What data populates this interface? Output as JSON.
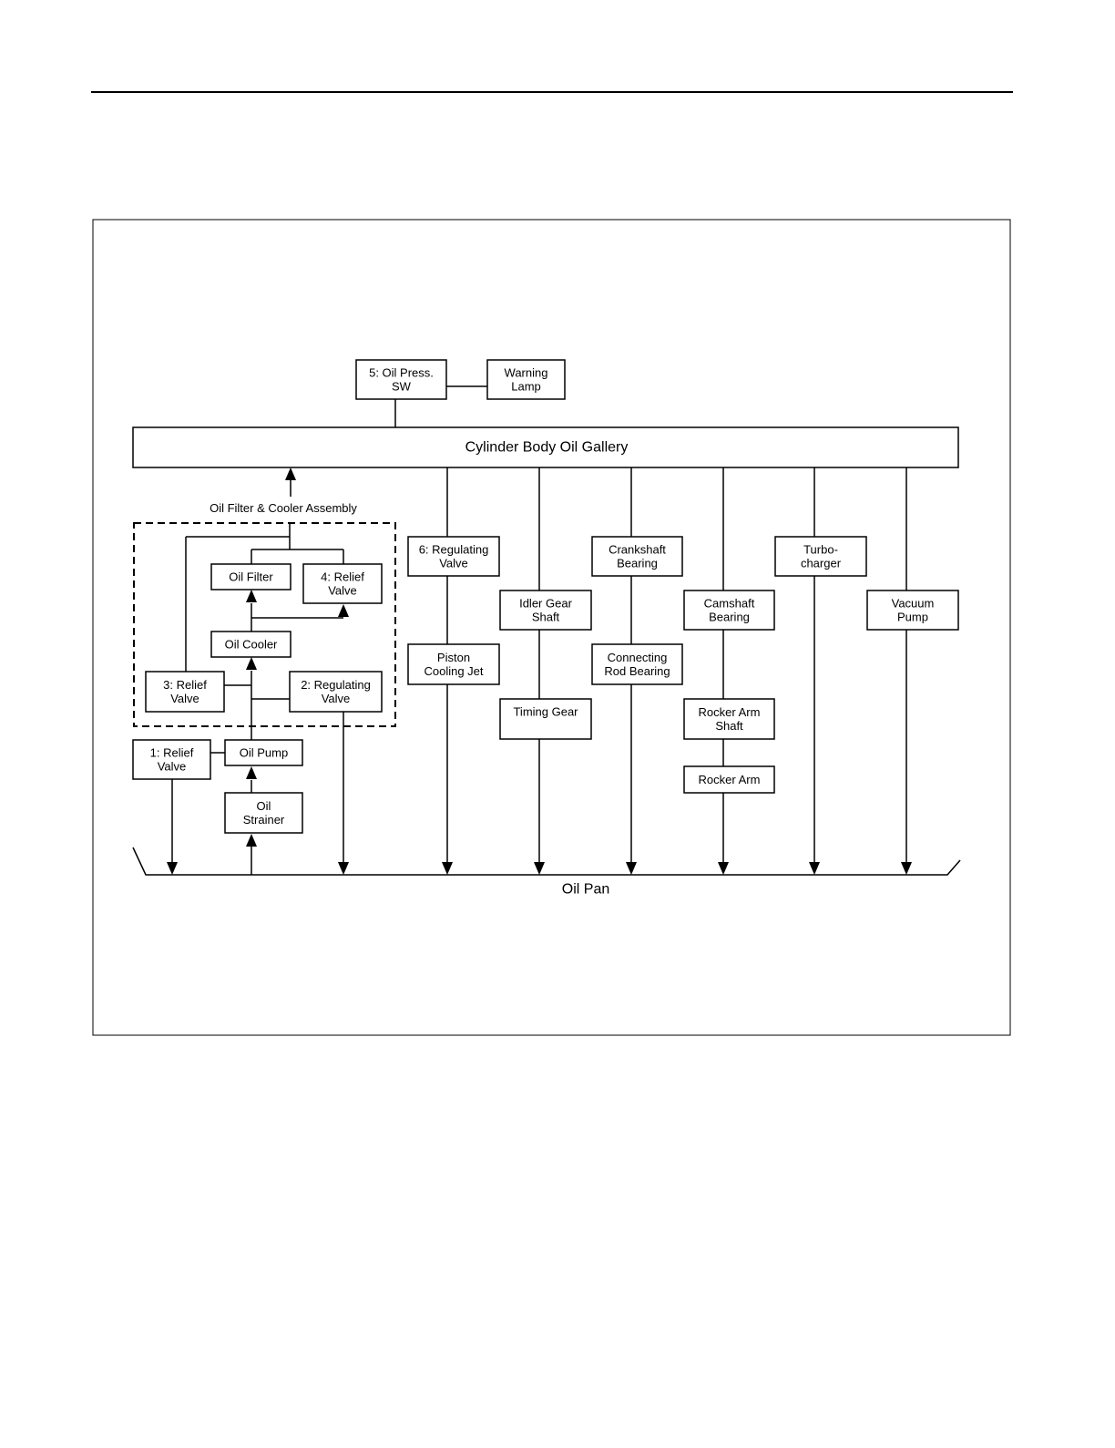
{
  "diagram": {
    "gallery": "Cylinder Body Oil Gallery",
    "oil_pan": "Oil Pan",
    "assembly_label": "Oil Filter & Cooler Assembly",
    "components": {
      "oil_press_sw": [
        "5: Oil Press.",
        "SW"
      ],
      "warning_lamp": [
        "Warning",
        "Lamp"
      ],
      "oil_filter": [
        "Oil Filter"
      ],
      "relief_valve_4": [
        "4: Relief",
        "Valve"
      ],
      "oil_cooler": [
        "Oil Cooler"
      ],
      "relief_valve_3": [
        "3: Relief",
        "Valve"
      ],
      "regulating_valve_2": [
        "2: Regulating",
        "Valve"
      ],
      "relief_valve_1": [
        "1: Relief",
        "Valve"
      ],
      "oil_pump": [
        "Oil Pump"
      ],
      "oil_strainer": [
        "Oil",
        "Strainer"
      ],
      "regulating_valve_6": [
        "6: Regulating",
        "Valve"
      ],
      "piston_cooling_jet": [
        "Piston",
        "Cooling Jet"
      ],
      "idler_gear_shaft": [
        "Idler Gear",
        "Shaft"
      ],
      "timing_gear": [
        "Timing Gear"
      ],
      "crankshaft_bearing": [
        "Crankshaft",
        "Bearing"
      ],
      "connecting_rod_bearing": [
        "Connecting",
        "Rod Bearing"
      ],
      "camshaft_bearing": [
        "Camshaft",
        "Bearing"
      ],
      "rocker_arm_shaft": [
        "Rocker Arm",
        "Shaft"
      ],
      "rocker_arm": [
        "Rocker Arm"
      ],
      "turbocharger": [
        "Turbo-",
        "charger"
      ],
      "vacuum_pump": [
        "Vacuum",
        "Pump"
      ]
    }
  }
}
